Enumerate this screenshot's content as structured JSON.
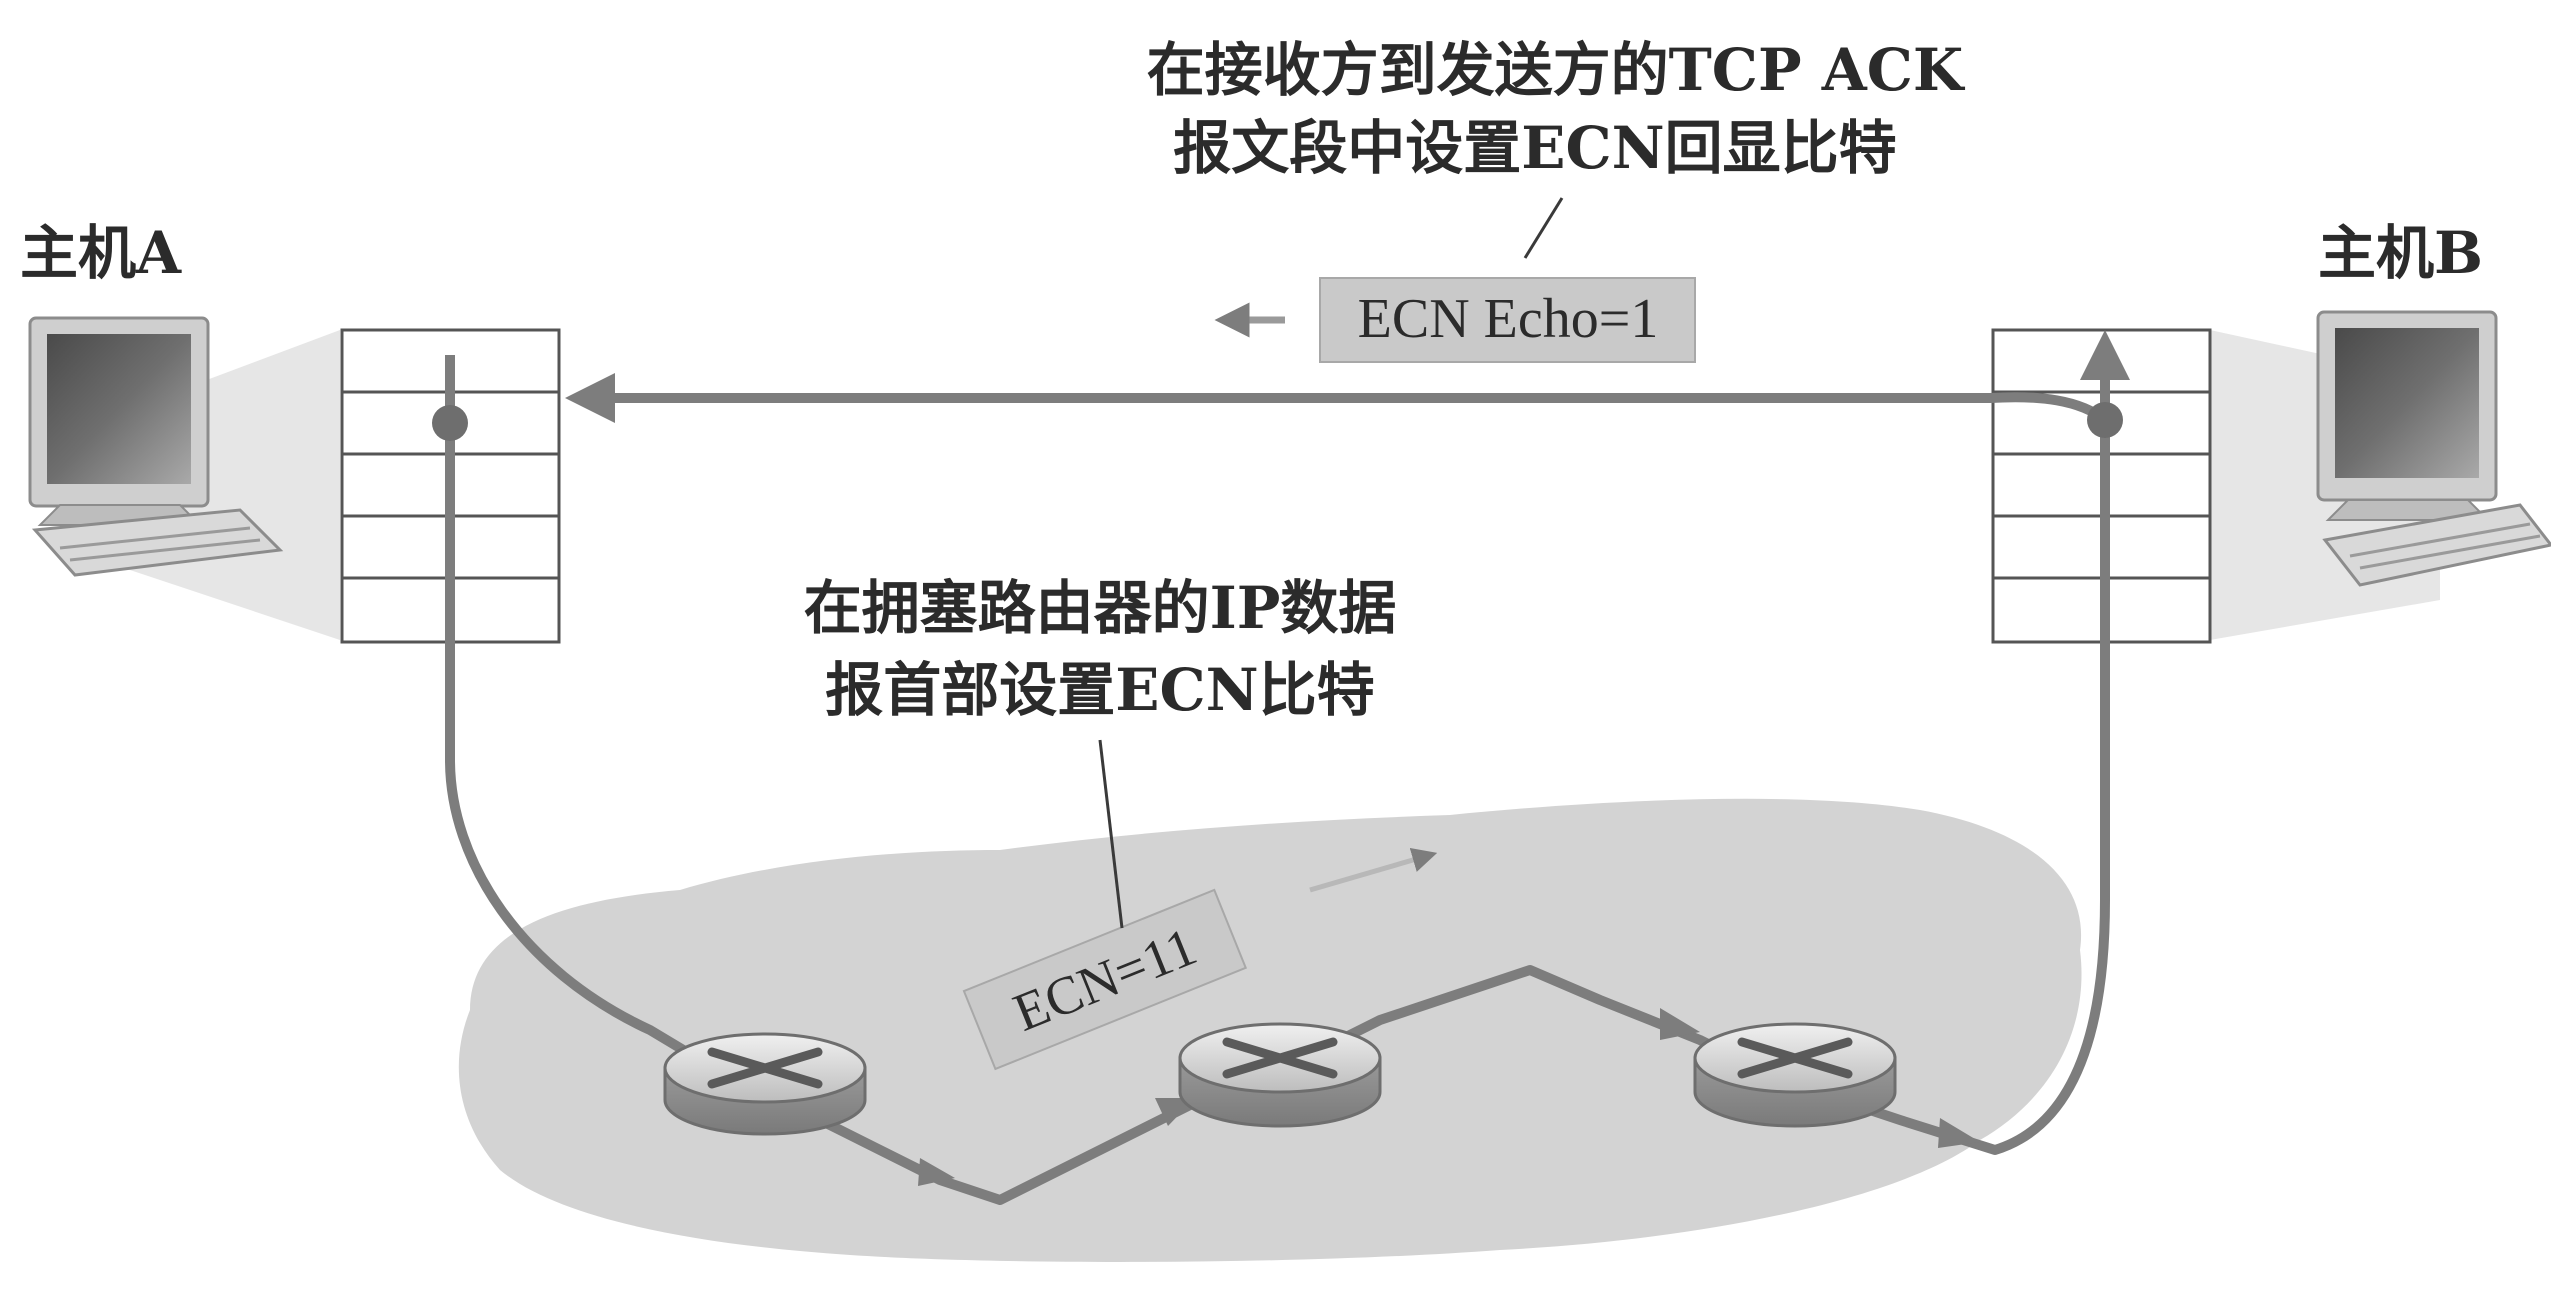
{
  "hosts": {
    "a": {
      "label": "主机A"
    },
    "b": {
      "label": "主机B"
    }
  },
  "annotations": {
    "top_line1": "在接收方到发送方的TCP ACK",
    "top_line2": "报文段中设置ECN回显比特",
    "middle_line1": "在拥塞路由器的IP数据",
    "middle_line2": "报首部设置ECN比特"
  },
  "tags": {
    "ecn_echo": "ECN Echo=1",
    "ecn": "ECN=11"
  },
  "colors": {
    "arrow": "#7d7d7d",
    "cloud": "#d3d3d3",
    "tag": "#c9c9c9",
    "text": "#2b2b2b"
  }
}
